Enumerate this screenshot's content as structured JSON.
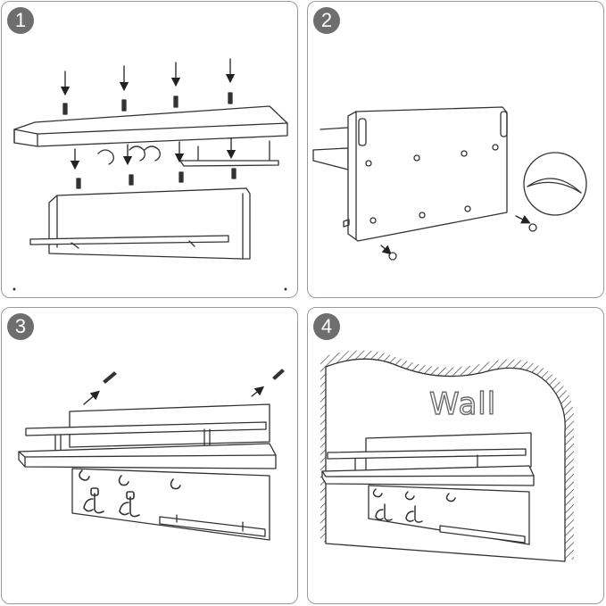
{
  "steps": [
    {
      "number": "1"
    },
    {
      "number": "2"
    },
    {
      "number": "3"
    },
    {
      "number": "4",
      "wall_label": "Wall"
    }
  ],
  "colors": {
    "line": "#333333",
    "badge": "#6e6e6e",
    "border": "#9a9a9a"
  }
}
